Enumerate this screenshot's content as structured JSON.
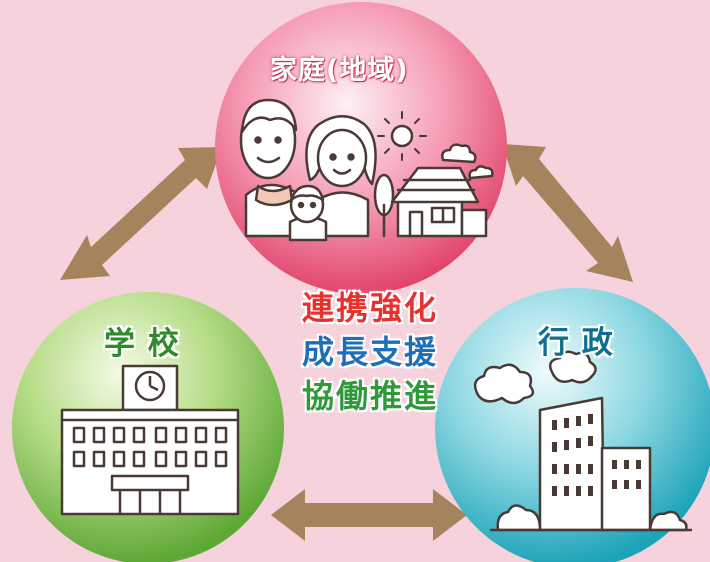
{
  "nodes": {
    "home": {
      "label": "家庭(地域)",
      "color": "#e8557c"
    },
    "school": {
      "label": "学 校",
      "color": "#72b84a"
    },
    "admin": {
      "label": "行 政",
      "color": "#2eb0c4"
    }
  },
  "center": {
    "lines": [
      {
        "text": "連携強化",
        "color": "#e8312f"
      },
      {
        "text": "成長支援",
        "color": "#1e6fb8"
      },
      {
        "text": "協働推進",
        "color": "#2e9a3a"
      }
    ]
  },
  "colors": {
    "background": "#f6d3dc",
    "arrow": "#a5835c"
  }
}
